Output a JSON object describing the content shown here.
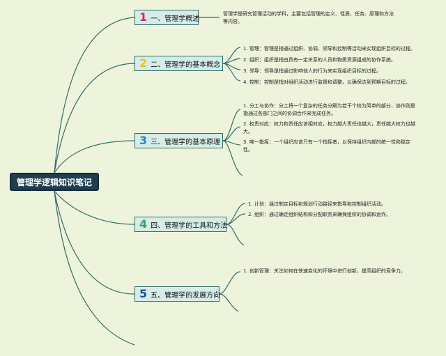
{
  "root": "管理学逻辑知识笔记",
  "colors": {
    "num1": "#e0245e",
    "num2": "#f0c020",
    "num3": "#2a86c8",
    "num4": "#31a354",
    "num5": "#1f4e9a",
    "line": "#2f6b6b"
  },
  "topics": [
    {
      "num": "1",
      "label": "一、管理学概述"
    },
    {
      "num": "2",
      "label": "二、管理学的基本概念"
    },
    {
      "num": "3",
      "label": "三、管理学的基本原理"
    },
    {
      "num": "4",
      "label": "四、管理学的工具和方法"
    },
    {
      "num": "5",
      "label": "五、管理学的发展方向"
    }
  ],
  "notes": {
    "t1": [
      "管理学是研究管理活动的学科，主要包括管理的定义、性质、任务、原理和方法",
      "等内容。"
    ],
    "t2": [
      "1. 管理：管理是指通过组织、协调、领导和控制等活动来实现组织目标的过程。",
      "2. 组织：组织是指由具有一定关系的人员和物质资源组成的协作系统。",
      "3. 领导：领导是指通过影响他人的行为来实现组织目标的过程。",
      "4. 控制：控制是指对组织活动进行监督和调整，以确保达到预期目标的过程。"
    ],
    "t3": [
      "1. 分工与协作：分工将一个复杂的任务分解为若干个较为简单的部分，协作则是",
      "指通过各部门之间的协调合作来完成任务。",
      "2. 权责对应：权力和责任应该相对应，权力越大责任也越大，责任越大权力也越",
      "大。",
      "3. 唯一指挥：一个组织应该只有一个指挥者，以保持组织内部的统一性和稳定",
      "性。"
    ],
    "t4": [
      "1. 计划：通过制定目标和规划行动路径来指导和控制组织活动。",
      "2. 组织：通过确定组织结构和分配职责来确保组织的协调和运作。"
    ],
    "t5": [
      "1. 创新管理：关注如何在快速变化的环境中进行创新，提高组织的竞争力。"
    ]
  }
}
